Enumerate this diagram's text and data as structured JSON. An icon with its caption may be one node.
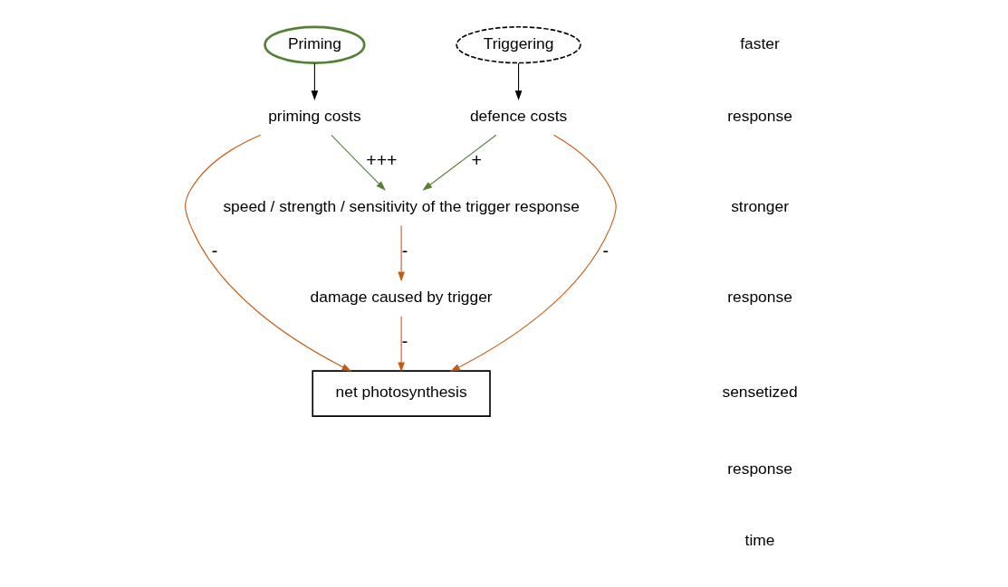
{
  "diagram": {
    "nodes": [
      {
        "text": [
          "Priming"
        ]
      },
      {
        "text": [
          "Triggering"
        ]
      },
      {
        "text": [
          "priming costs"
        ]
      },
      {
        "text": [
          "defence costs"
        ]
      },
      {
        "text": [
          "speed / strength / sensitivity of the trigger response"
        ]
      },
      {
        "text": [
          "damage caused by trigger"
        ]
      },
      {
        "text": [
          "net photosynthesis"
        ]
      }
    ],
    "edges": [
      {
        "from": 0,
        "to": 2,
        "arrow": "to",
        "color": "#000000"
      },
      {
        "from": 1,
        "to": 3,
        "arrow": "to",
        "color": "#000000"
      },
      {
        "from": 2,
        "to": 4,
        "arrow": "to",
        "label": "+++",
        "color": "#548235"
      },
      {
        "from": 3,
        "to": 4,
        "arrow": "to",
        "label": "+",
        "color": "#548235"
      },
      {
        "from": 4,
        "to": 5,
        "arrow": "to",
        "label": "-",
        "color": "#c55a11"
      },
      {
        "from": 5,
        "to": 6,
        "arrow": "to",
        "label": "-",
        "color": "#c55a11"
      },
      {
        "from": 2,
        "to": 6,
        "arrow": "to",
        "label": "-",
        "color": "#c55a11"
      },
      {
        "from": 3,
        "to": 6,
        "arrow": "to",
        "label": "-",
        "color": "#c55a11"
      }
    ],
    "labels": [
      "faster",
      "response",
      "stronger",
      "response",
      "sensetized",
      "response",
      "time"
    ]
  }
}
